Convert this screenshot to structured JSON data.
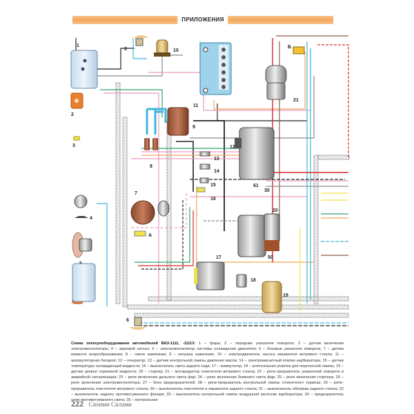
{
  "header": {
    "section_title": "ПРИЛОЖЕНИЯ",
    "accent_color": "#f3a85a"
  },
  "diagram": {
    "components": [
      {
        "id": "1",
        "name": "фары"
      },
      {
        "id": "2",
        "name": "передние указатели поворота"
      },
      {
        "id": "3",
        "name": "датчик включения электровентилятора"
      },
      {
        "id": "4",
        "name": "звуковой сигнал"
      },
      {
        "id": "5",
        "name": "электровентилятор системы охлаждения двигателя"
      },
      {
        "id": "6",
        "name": "боковые указатели поворота"
      },
      {
        "id": "7",
        "name": "датчик момента искрообразования"
      },
      {
        "id": "8",
        "name": "свечи зажигания"
      },
      {
        "id": "9",
        "name": "катушка зажигания"
      },
      {
        "id": "10",
        "name": "электродвигатель насоса омывателя ветрового стекла"
      },
      {
        "id": "11",
        "name": "аккумуляторная батарея"
      },
      {
        "id": "12",
        "name": "генератор"
      },
      {
        "id": "13",
        "name": "датчик контрольной лампы давления масла"
      },
      {
        "id": "14",
        "name": "электромагнитный клапан карбюратора"
      },
      {
        "id": "15",
        "name": "датчик температуры охлаждающей жидкости"
      },
      {
        "id": "16",
        "name": "выключатель света заднего хода"
      },
      {
        "id": "17",
        "name": "коммутатор"
      },
      {
        "id": "18",
        "name": "штепсельная розетка для переносной лампы"
      },
      {
        "id": "19",
        "name": "датчик уровня тормозной жидкости"
      },
      {
        "id": "20",
        "name": "стартер"
      },
      {
        "id": "21",
        "name": "моторедуктор очистителя ветрового стекла"
      }
    ],
    "terminal_labels": {
      "a": "А",
      "b": "Б",
      "t61": "61",
      "t30": "30",
      "t50": "50"
    },
    "wire_colors": {
      "blue": "#3fb6dc",
      "black": "#222222",
      "grey": "#8a8a8a",
      "pink": "#e79ac0",
      "red": "#d8282a",
      "orange": "#eea65a",
      "green": "#2ea36a",
      "yellow": "#f1e24a",
      "brown": "#8d5b4c",
      "teal": "#1e8fa7"
    }
  },
  "caption": {
    "title": "Схема электрооборудования автомобилей ВАЗ-1111, -11113:",
    "body": " 1 – фары; 2 – передние указатели поворота; 3 – датчик включения электровентилятора; 4 – звуковой сигнал; 5 – электровентилятор системы охлаждения двигателя; 6 – боковые указатели поворота; 7 – датчик момента искрообразования; 8 – свечи зажигания; 9 – катушка зажигания; 10 – электродвигатель насоса омывателя ветрового стекла; 11 – аккумуляторная батарея; 12 – генератор; 13 – датчик контрольной лампы давления масла; 14 – электромагнитный клапан карбюратора; 15 – датчик температуры охлаждающей жидкости; 16 – выключатель света заднего хода; 17 – коммутатор; 18 – штепсельная розетка для переносной лампы; 19 – датчик уровня тормозной жидкости; 20 – стартер; 21 – моторедуктор очистителя ветрового стекла; 22 – реле-прерыватель указателей поворота и аварийной сигнализации; 23 – реле включения дальнего света фар; 24 – реле включения ближнего света фар; 25 – реле включения стартера; 26 – реле включения электровентилятора; 27 – блок предохранителей; 28 – реле-прерыватель контрольной лампы стояночного тормоза; 29 – реле-прерыватель очистителя ветрового стекла; 30 – выключатель очистителя и омывателя заднего стекла; 31 – выключатель обогрева заднего стекла; 32 – выключатель заднего противотуманного фонаря; 33 – выключатель контрольной лампы воздушной заслонки карбюратора; 34 – предохранитель цепи противотуманного света; 35 – контрольная"
  },
  "footer": {
    "page_number": "222",
    "brand": "Своими Силами"
  }
}
